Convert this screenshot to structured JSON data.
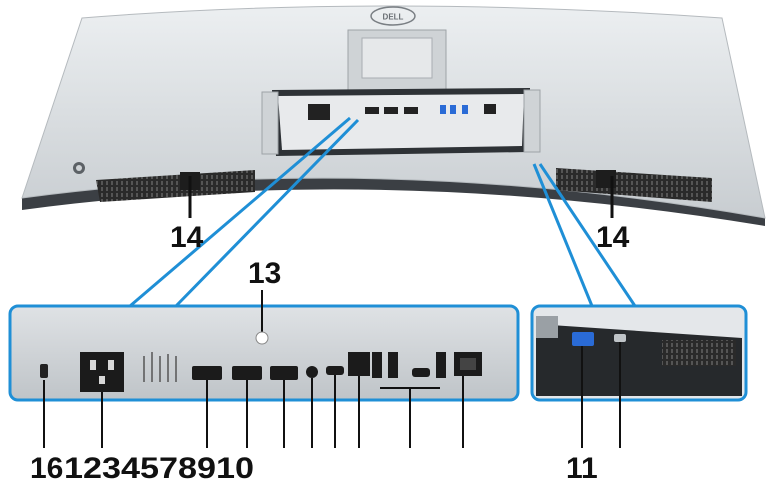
{
  "brand": {
    "logo_text": "DELL"
  },
  "labels": {
    "port_16": "16",
    "ports_1_to_10": "1234578910",
    "callout_11": "11",
    "callout_13": "13",
    "callout_14_left": "14",
    "callout_14_right": "14"
  },
  "colors": {
    "callout_line": "#1f8fd6",
    "monitor_body": "#d9dde0",
    "port_panel": "#c9ced2",
    "port_black": "#1b1b1b",
    "text": "#111111"
  }
}
